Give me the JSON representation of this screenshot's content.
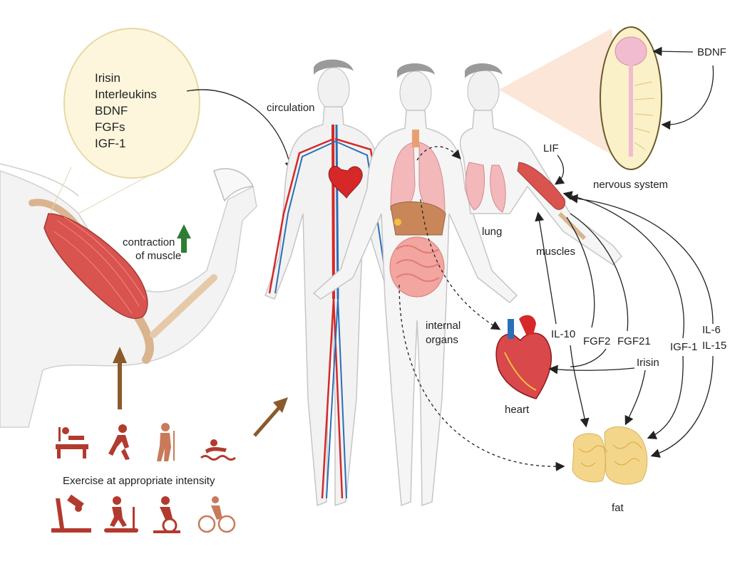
{
  "bubble": {
    "items": [
      "Irisin",
      "Interleukins",
      "BDNF",
      "FGFs",
      "IGF-1"
    ]
  },
  "labels": {
    "circulation": "circulation",
    "contraction_line1": "contraction",
    "contraction_line2": "of muscle",
    "exercise": "Exercise at appropriate intensity",
    "lung": "lung",
    "muscles": "muscles",
    "internal_organs_line1": "internal",
    "internal_organs_line2": "organs",
    "heart": "heart",
    "fat": "fat",
    "nervous_system": "nervous system",
    "bdnf": "BDNF",
    "lif": "LIF",
    "il10": "IL-10",
    "fgf2": "FGF2",
    "fgf21": "FGF21",
    "irisin": "Irisin",
    "igf1": "IGF-1",
    "il6": "IL-6",
    "il15": "IL-15"
  },
  "colors": {
    "muscle": "#d9534f",
    "artery": "#d62828",
    "vein": "#2a6fb8",
    "fat": "#f4d68a",
    "exercise_icon": "#b23a2e",
    "up_arrow": "#2e7d32",
    "brown_arrow": "#8b5a2b",
    "bubble_fill": "#fdf6dc"
  },
  "icons": [
    "bench-press-icon",
    "running-icon",
    "hiking-icon",
    "swimming-icon",
    "leg-press-icon",
    "treadmill-icon",
    "spin-bike-icon",
    "cycling-icon"
  ]
}
